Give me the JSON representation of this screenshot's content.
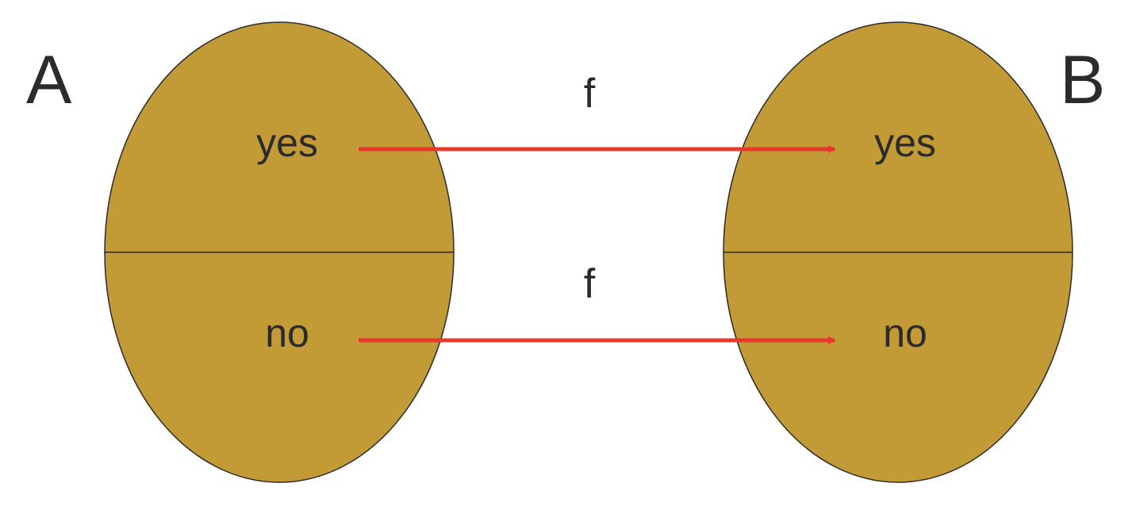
{
  "colors": {
    "set_fill": "#C29A36",
    "set_stroke": "#2b2b2b",
    "arrow": "#E8372C",
    "text": "#2b2b2b"
  },
  "sets": {
    "left": {
      "label": "A",
      "top_element": "yes",
      "bottom_element": "no"
    },
    "right": {
      "label": "B",
      "top_element": "yes",
      "bottom_element": "no"
    }
  },
  "mappings": [
    {
      "label": "f",
      "from": "yes",
      "to": "yes"
    },
    {
      "label": "f",
      "from": "no",
      "to": "no"
    }
  ]
}
